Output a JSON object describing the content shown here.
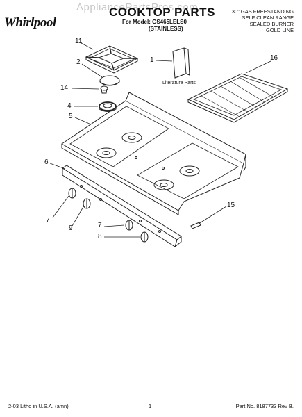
{
  "watermark": "AppliancePartsPros.com",
  "header": {
    "brand": "Whirlpool",
    "title": "COOKTOP PARTS",
    "model_line": "For Model: GS465LELS0",
    "model_variant": "(STAINLESS)",
    "description": [
      "30\" GAS FREESTANDING",
      "SELF CLEAN RANGE",
      "SEALED BURNER",
      "GOLD LINE"
    ]
  },
  "callouts": [
    "11",
    "2",
    "14",
    "4",
    "5",
    "1",
    "16",
    "6",
    "7",
    "9",
    "7",
    "8",
    "15"
  ],
  "literature_label": "Literature Parts",
  "footer": {
    "left": "2-03 Litho in U.S.A. (amn)",
    "center": "1",
    "right": "Part No. 8187733 Rev B."
  }
}
